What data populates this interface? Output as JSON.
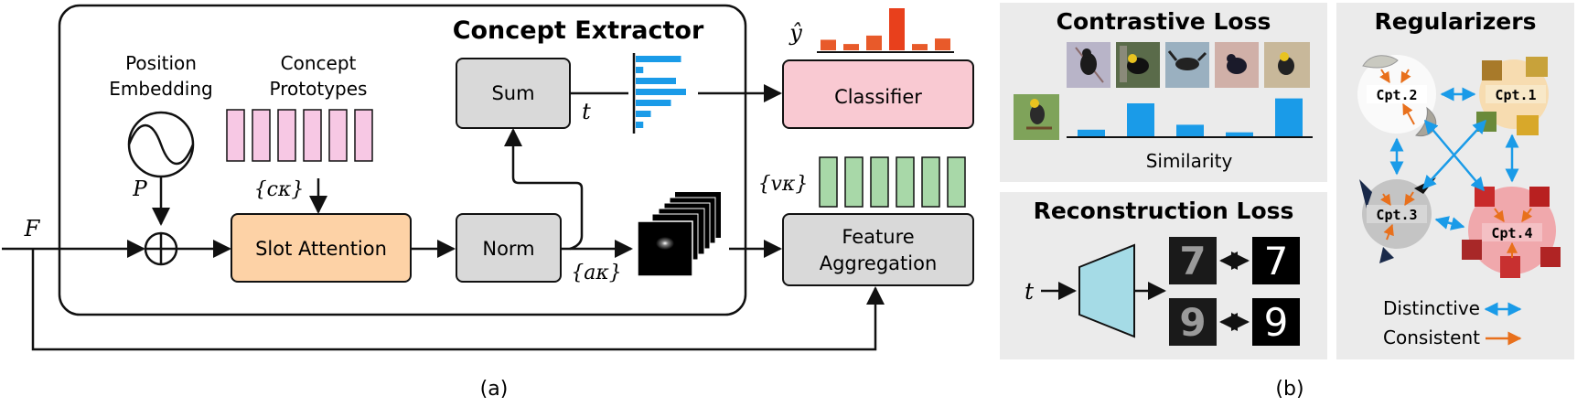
{
  "panel_a": {
    "extractor_title": "Concept Extractor",
    "position_embedding_line1": "Position",
    "position_embedding_line2": "Embedding",
    "concept_prototypes_line1": "Concept",
    "concept_prototypes_line2": "Prototypes",
    "p_symbol": "P",
    "c_kappa": "{cκ}",
    "a_kappa": "{aκ}",
    "v_kappa": "{vκ}",
    "f_symbol": "F",
    "t_symbol": "t",
    "y_hat": "ŷ",
    "slot_attention": "Slot Attention",
    "norm": "Norm",
    "sum": "Sum",
    "classifier": "Classifier",
    "feature_aggregation_line1": "Feature",
    "feature_aggregation_line2": "Aggregation",
    "caption": "(a)"
  },
  "panel_b": {
    "caption": "(b)",
    "contrastive_title": "Contrastive Loss",
    "similarity_label": "Similarity",
    "similarity_values": [
      0.2,
      1.0,
      0.35,
      0.12,
      1.15
    ],
    "reconstruction_title": "Reconstruction Loss",
    "t_symbol": "t",
    "digits": [
      "7",
      "7",
      "9",
      "9"
    ],
    "regularizers_title": "Regularizers",
    "cpt1": "Cpt.1",
    "cpt2": "Cpt.2",
    "cpt3": "Cpt.3",
    "cpt4": "Cpt.4",
    "distinctive_label": "Distinctive",
    "consistent_label": "Consistent"
  },
  "colors": {
    "prototype_pink": "#f7c8e4",
    "vector_green": "#a8d8a8",
    "slot_orange": "#fdd2a6",
    "classifier_pink": "#f9c9d2",
    "gray_box": "#d9d9d9",
    "blue": "#1a9be8",
    "orange_red": "#e8401c",
    "panel_gray": "#ebebeb",
    "decoder_cyan": "#a5dbe6"
  },
  "output_bars": [
    0.25,
    0.15,
    0.35,
    1.0,
    0.15,
    0.28
  ],
  "t_bars": [
    0.9,
    0.15,
    0.8,
    1.0,
    0.7,
    0.3,
    0.15
  ]
}
